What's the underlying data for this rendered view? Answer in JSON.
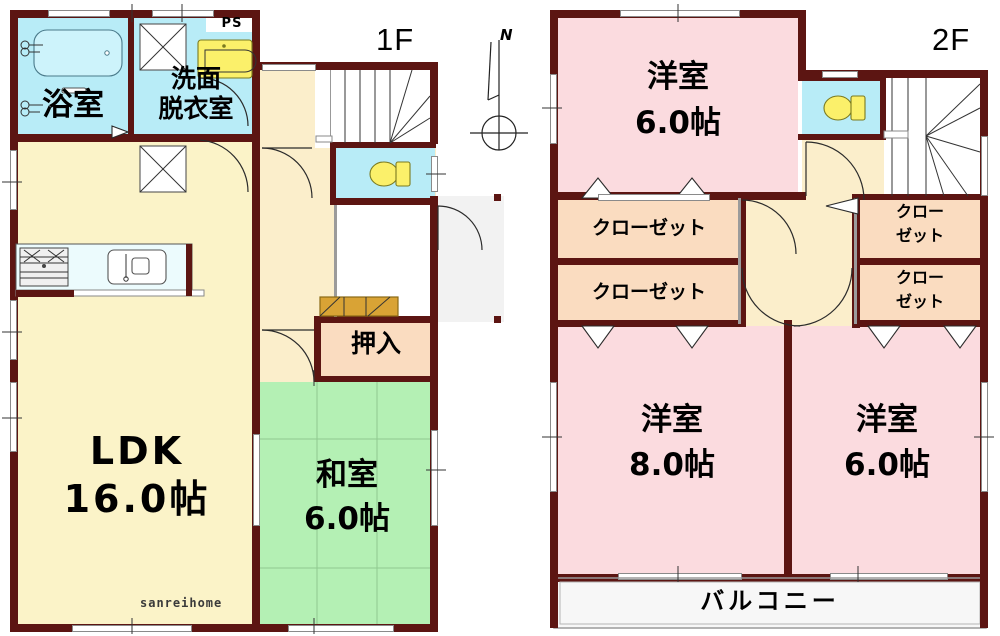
{
  "document": {
    "type": "japanese-real-estate-floor-plan",
    "watermark": "sanreihome"
  },
  "floors": [
    {
      "id": "1F",
      "tag": "1F",
      "rooms": [
        {
          "key": "bath",
          "name": "浴室",
          "area": "",
          "fill": "#b8ecf7"
        },
        {
          "key": "washroom",
          "name_line1": "洗面",
          "name_line2": "脱衣室",
          "fill": "#b8ecf7"
        },
        {
          "key": "ps",
          "name": "PS",
          "fill": "#ffffff"
        },
        {
          "key": "ldk",
          "name": "LDK",
          "area": "16.0帖",
          "fill": "#fbf3c8"
        },
        {
          "key": "washitsu",
          "name": "和室",
          "area": "6.0帖",
          "fill": "#b4f0b4"
        },
        {
          "key": "oshiire",
          "name": "押入",
          "fill": "#fadcc0"
        },
        {
          "key": "toilet",
          "name": "",
          "fill": "#b8ecf7"
        },
        {
          "key": "hall",
          "name": "",
          "fill": "#fbeecb"
        },
        {
          "key": "genkan",
          "name": "",
          "fill": "#ffffff"
        },
        {
          "key": "porch",
          "name": "",
          "fill": "#f2f2f2"
        }
      ],
      "compass": {
        "label": "N"
      }
    },
    {
      "id": "2F",
      "tag": "2F",
      "rooms": [
        {
          "key": "yoshitsu_top",
          "name": "洋室",
          "area": "6.0帖",
          "fill": "#fbdbdf"
        },
        {
          "key": "yoshitsu_left",
          "name": "洋室",
          "area": "8.0帖",
          "fill": "#fbdbdf"
        },
        {
          "key": "yoshitsu_right",
          "name": "洋室",
          "area": "6.0帖",
          "fill": "#fbdbdf"
        },
        {
          "key": "closet_1",
          "name": "クローゼット",
          "fill": "#fadcc0"
        },
        {
          "key": "closet_2",
          "name": "クローゼット",
          "fill": "#fadcc0"
        },
        {
          "key": "closet_3",
          "name_line1": "クロー",
          "name_line2": "ゼット",
          "fill": "#fadcc0"
        },
        {
          "key": "closet_4",
          "name_line1": "クロー",
          "name_line2": "ゼット",
          "fill": "#fadcc0"
        },
        {
          "key": "balcony",
          "name": "バルコニー",
          "fill": "#f7f7f7"
        },
        {
          "key": "toilet2",
          "name": "",
          "fill": "#b8ecf7"
        },
        {
          "key": "hall2",
          "name": "",
          "fill": "#fbeecb"
        },
        {
          "key": "stairs2",
          "name": "",
          "fill": "#ffffff"
        }
      ]
    }
  ],
  "labels": {
    "floor_1f": "1F",
    "floor_2f": "2F",
    "bath": "浴室",
    "washroom_line1": "洗面",
    "washroom_line2": "脱衣室",
    "ps": "PS",
    "ldk_name": "LDK",
    "ldk_area": "16.0帖",
    "washitsu_name": "和室",
    "washitsu_area": "6.0帖",
    "oshiire": "押入",
    "yoshitsu": "洋室",
    "area_6": "6.0帖",
    "area_8": "8.0帖",
    "closet_full": "クローゼット",
    "closet_line1": "クロー",
    "closet_line2": "ゼット",
    "balcony": "バルコニー",
    "north": "N",
    "watermark": "sanreihome"
  },
  "colors": {
    "wall": "#5c1512",
    "bath_fill": "#b8ecf7",
    "ldk_fill": "#fbf3c8",
    "tatami_fill": "#b4f0b4",
    "bedroom_fill": "#fbdbdf",
    "closet_fill": "#fadcc0",
    "hall_fill": "#fbeecb",
    "balcony_fill": "#f7f7f7"
  }
}
